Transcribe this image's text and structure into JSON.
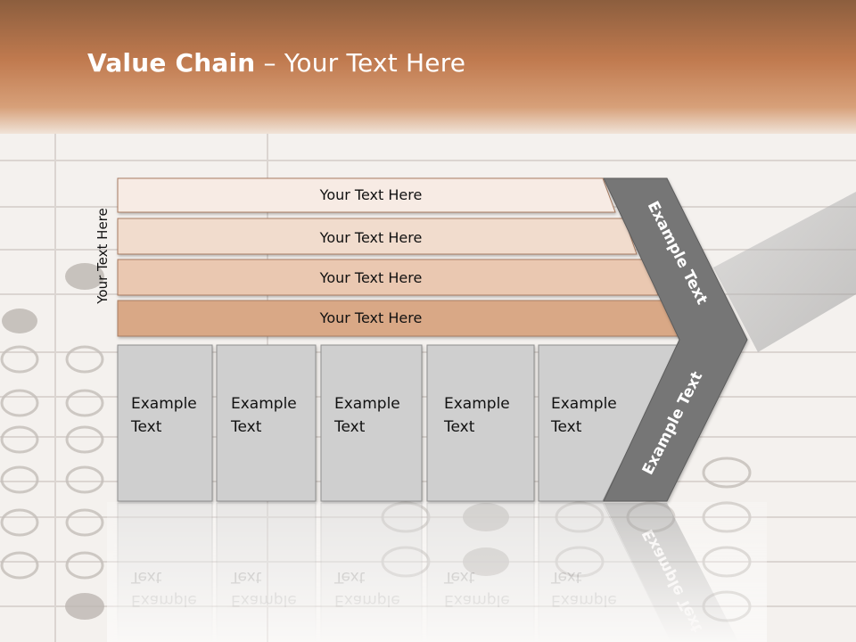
{
  "slide": {
    "title_bold": "Value Chain",
    "title_rest": " – Your Text Here",
    "side_label": "Your Text Here"
  },
  "rows": [
    {
      "label": "Your Text Here",
      "color": "#f7ebe4"
    },
    {
      "label": "Your Text Here",
      "color": "#f1dccd"
    },
    {
      "label": "Your Text Here",
      "color": "#eac8b1"
    },
    {
      "label": "Your Text Here",
      "color": "#d9a886"
    }
  ],
  "boxes": [
    {
      "line1": "Example",
      "line2": "Text"
    },
    {
      "line1": "Example",
      "line2": "Text"
    },
    {
      "line1": "Example",
      "line2": "Text"
    },
    {
      "line1": "Example",
      "line2": "Text"
    },
    {
      "line1": "Example",
      "line2": "Text"
    }
  ],
  "chevron": {
    "upper_text": "Example Text",
    "lower_text": "Example Text",
    "color": "#767676"
  },
  "colors": {
    "header": "#c98a5c",
    "box_fill": "#cfcfcf",
    "box_stroke": "#8f8f8f"
  }
}
